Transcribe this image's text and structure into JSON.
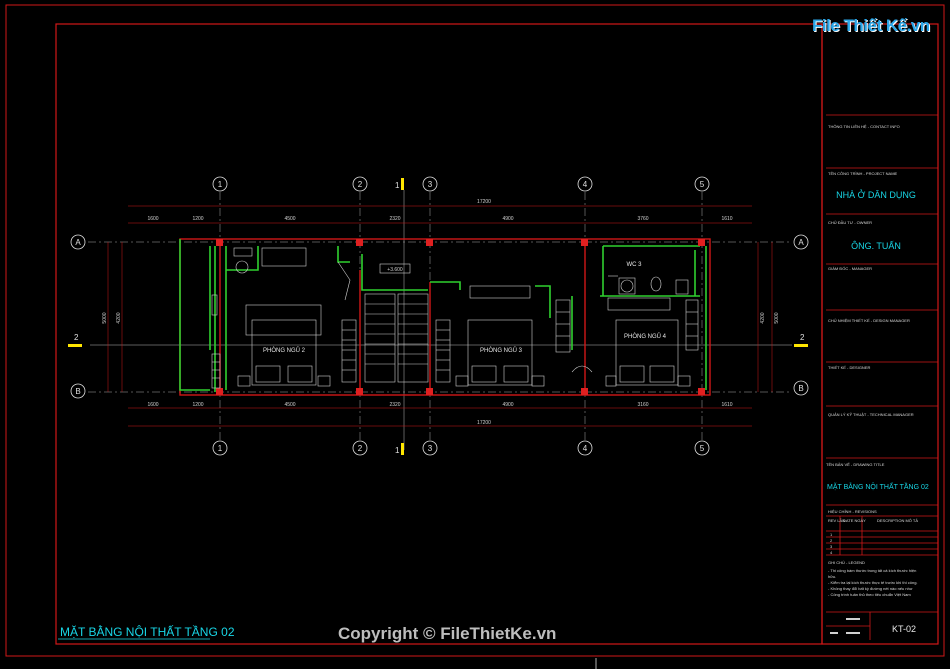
{
  "logo": {
    "text": "File Thiết Kế.vn"
  },
  "copyright": "Copyright © FileThietKe.vn",
  "drawing_title": "MẶT BẰNG NỘI THẤT TẦNG 02",
  "axes": {
    "columns": [
      "1",
      "2",
      "3",
      "4",
      "5"
    ],
    "rows": [
      "A",
      "B"
    ],
    "section_marks": [
      "1",
      "2"
    ]
  },
  "dimensions": {
    "top": [
      "1600",
      "1200",
      "4500",
      "2320",
      "4900",
      "3760",
      "1610"
    ],
    "total": "17200",
    "bottom": [
      "1600",
      "1200",
      "4500",
      "2320",
      "4900",
      "3160",
      "1610"
    ],
    "left_vertical": [
      "5000",
      "4200"
    ],
    "right_vertical": [
      "4200",
      "5000"
    ]
  },
  "rooms": {
    "bedroom_2": "PHÒNG NGỦ 2",
    "bedroom_3": "PHÒNG NGỦ 3",
    "bedroom_4": "PHÒNG NGỦ 4",
    "wc": "WC 3",
    "stair": "+3.600"
  },
  "title_block": {
    "contact_info": "THÔNG TIN LIÊN HỆ - CONTACT INFO",
    "project_label": "TÊN CÔNG TRÌNH - PROJECT NAME",
    "project_name": "NHÀ Ở DÂN DỤNG",
    "owner_label": "CHỦ ĐẦU TƯ - OWNER",
    "owner_name": "ÔNG. TUẤN",
    "director_label": "GIÁM ĐỐC - MANAGER",
    "design_manager_label": "CHỦ NHIỆM THIẾT KẾ - DESIGN MANAGER",
    "designer_label": "THIẾT KẾ - DESIGNER",
    "tech_manager_label": "QUẢN LÝ KỸ THUẬT - TECHNICAL MANAGER",
    "drawing_title_label": "TÊN BẢN VẼ - DRAWING TITLE",
    "drawing_title": "MẶT BẰNG NỘI THẤT TẦNG 02",
    "revision_label": "HIỆU CHỈNH - REVISIONS",
    "rev_cols": [
      "REV LẦN",
      "DATE NGÀY",
      "DESCRIPTION MÔ TẢ"
    ],
    "rev_rows": [
      "1",
      "2",
      "3",
      "4"
    ],
    "notes_label": "GHI CHÚ - LEGEND",
    "notes": [
      "- Thi công bám thước trong tất cả kích thước hiện",
      "  hữu.",
      "- Kiểm tra lại kích thước thực tế trước khi thi công.",
      "- Không thay đổi bất kỳ đường nét nào nếu như",
      "- Công trình tuân thủ theo tiêu chuẩn Việt Nam"
    ],
    "sheet_number": "KT-02"
  },
  "colors": {
    "frame": "#d01818",
    "wall_green": "#2fd12f",
    "column_red": "#e02020",
    "cyan_text": "#18d6e6",
    "yellow_mark": "#ffe600",
    "axis_circle": "#e0e0e0"
  }
}
